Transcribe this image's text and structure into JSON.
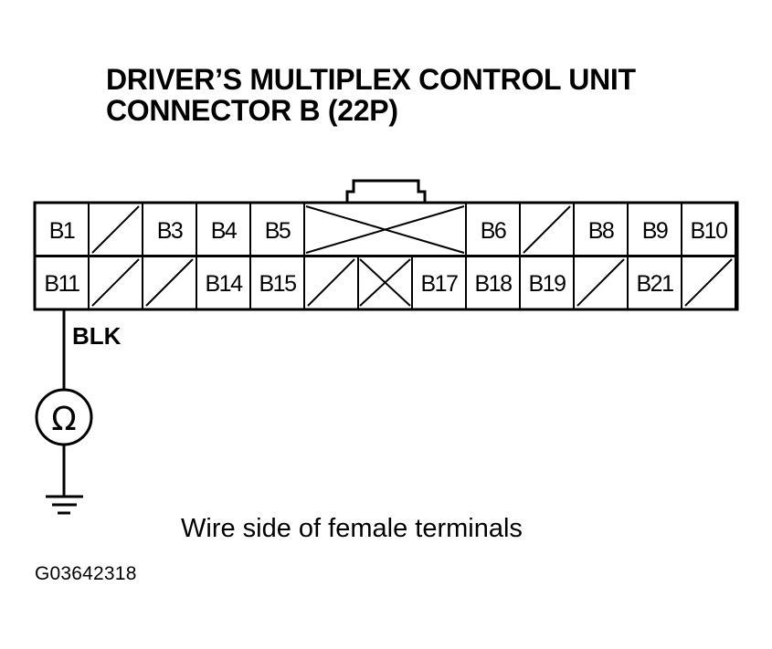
{
  "title": {
    "line1": "DRIVER’S MULTIPLEX CONTROL UNIT",
    "line2": "CONNECTOR B (22P)"
  },
  "connector": {
    "row1": [
      {
        "label": "B1"
      },
      {
        "label": "",
        "empty": "slash"
      },
      {
        "label": "B3"
      },
      {
        "label": "B4"
      },
      {
        "label": "B5"
      },
      {
        "label": "",
        "empty": "cross",
        "span": 3
      },
      {
        "label": "B6"
      },
      {
        "label": "",
        "empty": "slash"
      },
      {
        "label": "B8"
      },
      {
        "label": "B9"
      },
      {
        "label": "B10"
      }
    ],
    "row2": [
      {
        "label": "B11"
      },
      {
        "label": "",
        "empty": "slash"
      },
      {
        "label": "",
        "empty": "slash"
      },
      {
        "label": "B14"
      },
      {
        "label": "B15"
      },
      {
        "label": "",
        "empty": "slash"
      },
      {
        "label": "",
        "empty": "cross"
      },
      {
        "label": "B17"
      },
      {
        "label": "B18"
      },
      {
        "label": "B19"
      },
      {
        "label": "",
        "empty": "slash"
      },
      {
        "label": "B21"
      },
      {
        "label": "",
        "empty": "slash"
      }
    ]
  },
  "wire": {
    "color_label": "BLK"
  },
  "meter": {
    "symbol": "Ω",
    "icon": "ohmmeter-icon"
  },
  "ground": {
    "icon": "ground-icon"
  },
  "caption": "Wire side of female terminals",
  "figure_id": "G03642318"
}
